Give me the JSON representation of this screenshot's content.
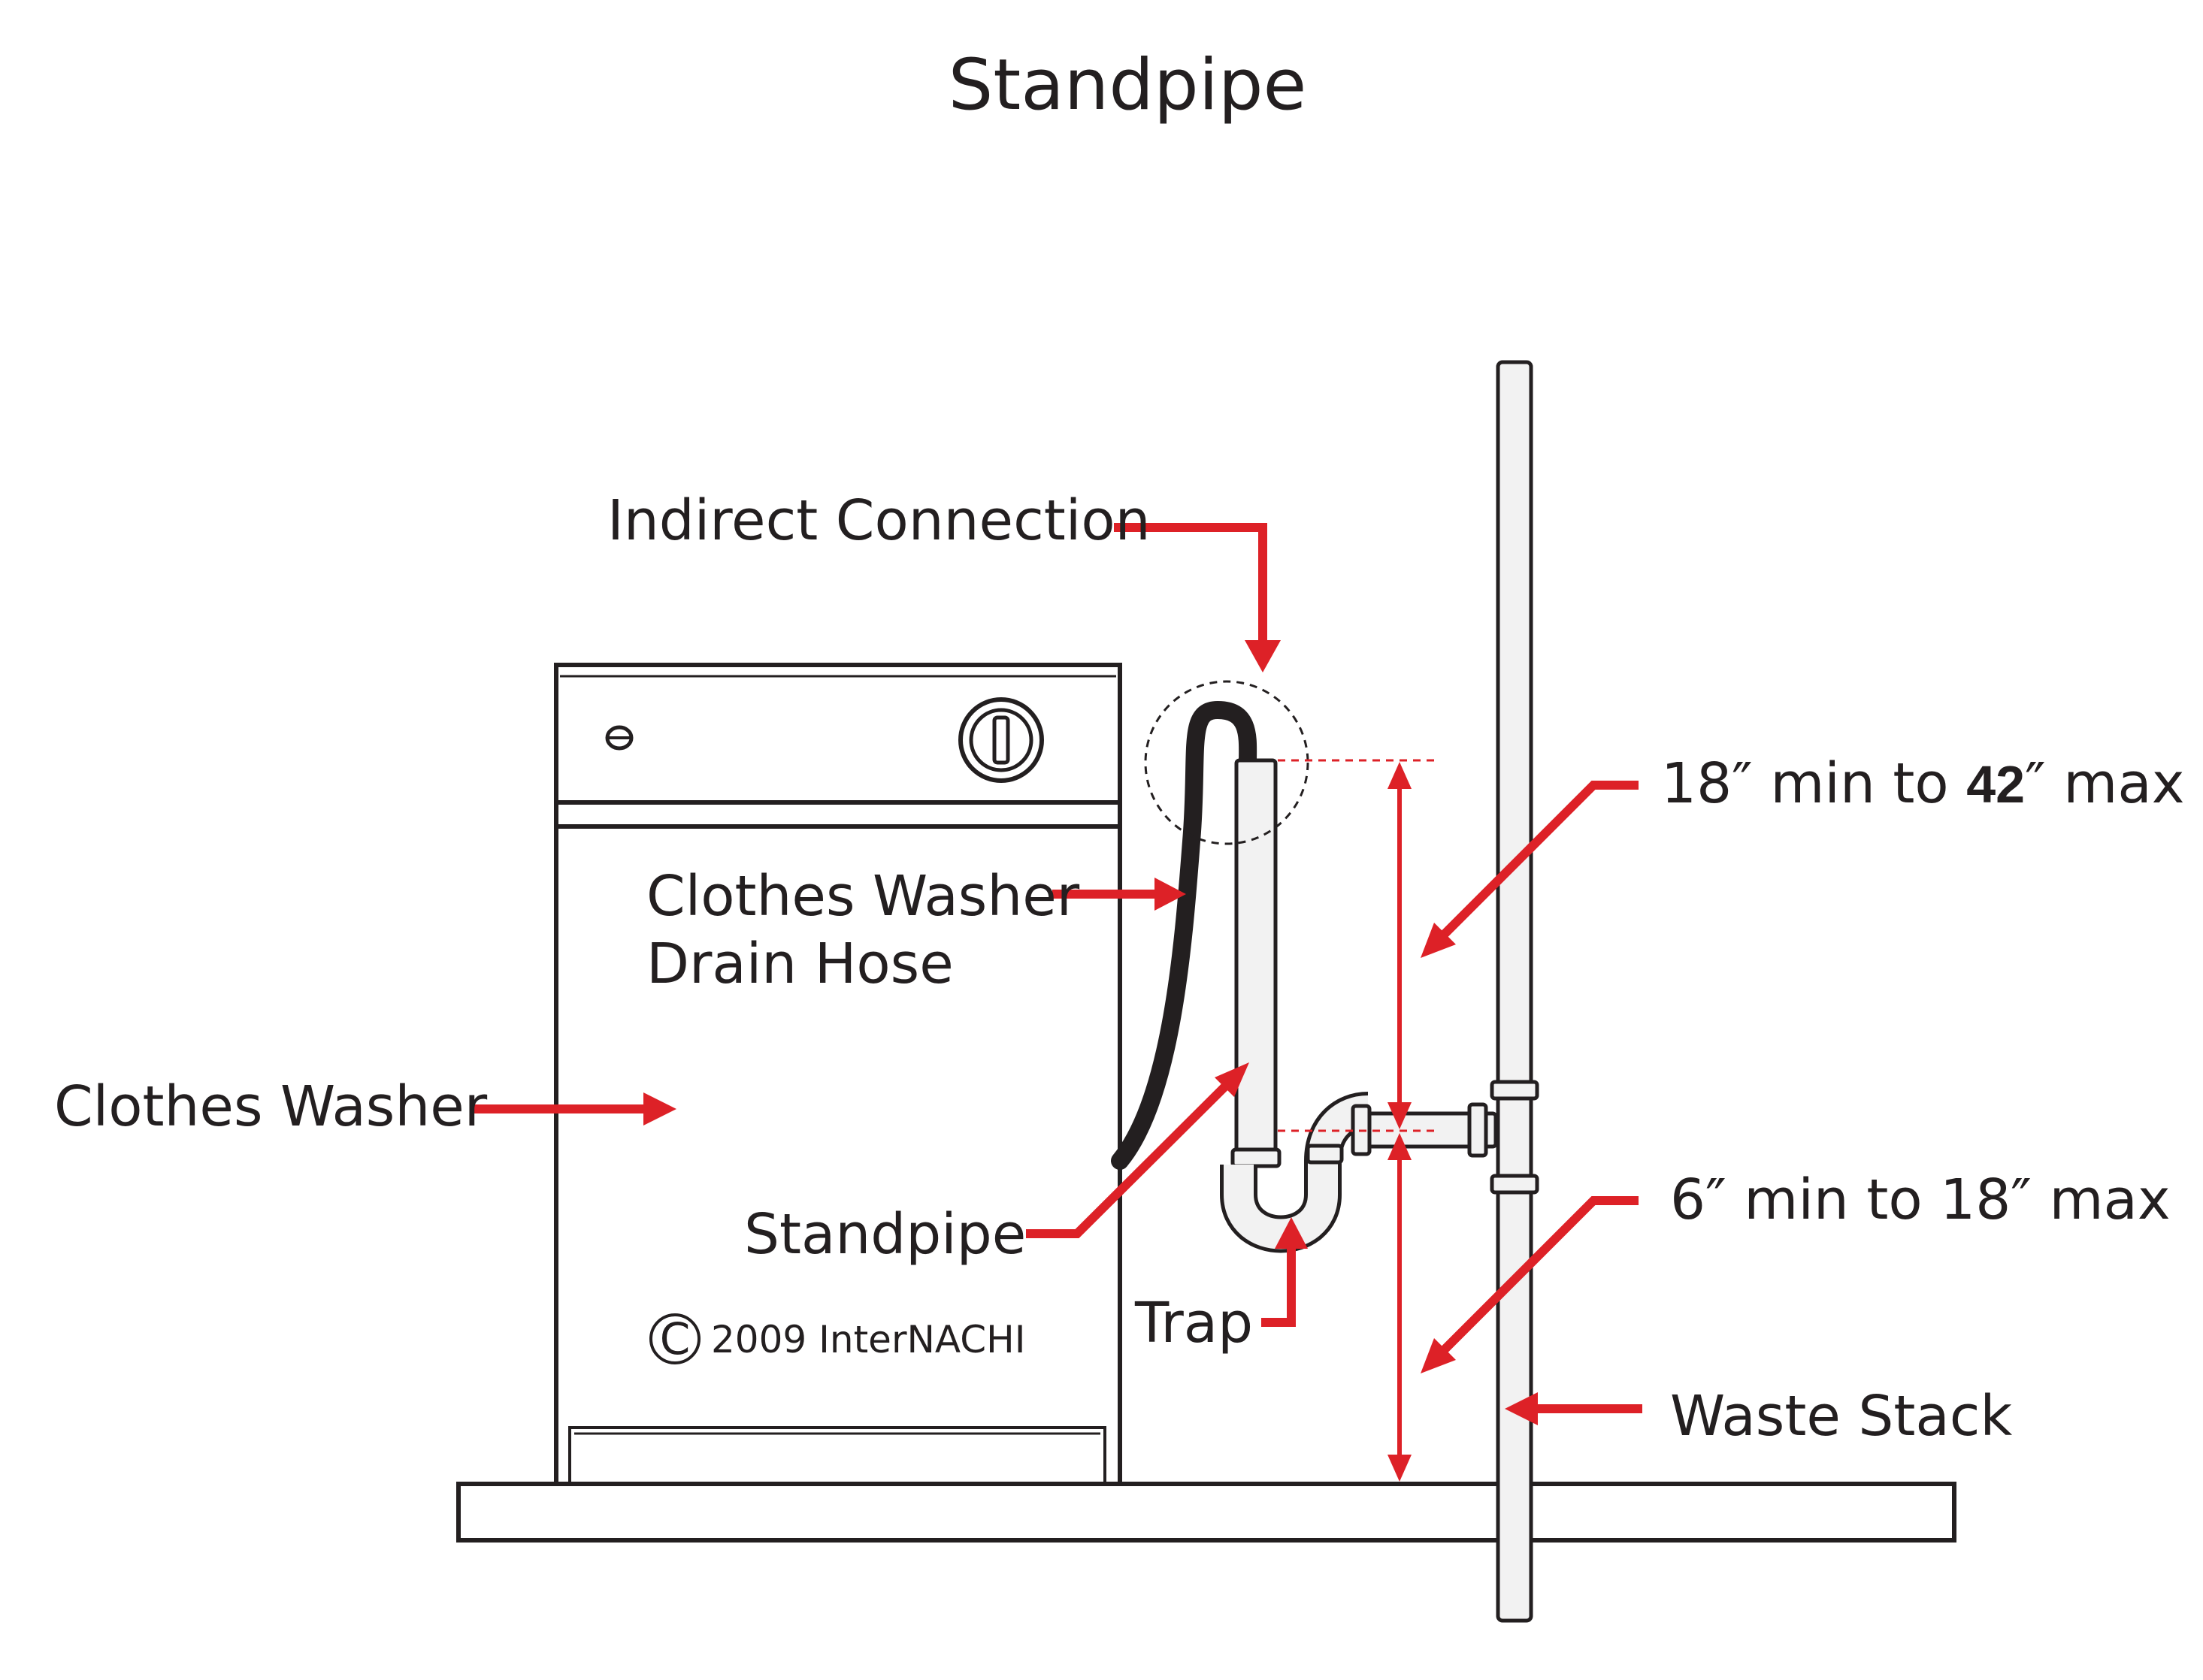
{
  "title": "Standpipe",
  "labels": {
    "indirect_connection": "Indirect Connection",
    "drain_hose_line1": "Clothes Washer",
    "drain_hose_line2": "Drain Hose",
    "clothes_washer": "Clothes Washer",
    "standpipe": "Standpipe",
    "trap": "Trap",
    "standpipe_height_pre": "18″ min to ",
    "standpipe_height_num": "42",
    "standpipe_height_post": "″ max",
    "trap_height": "6″ min to 18″ max",
    "waste_stack": "Waste Stack"
  },
  "copyright": {
    "symbol": "C",
    "text": "2009  InterNACHI"
  },
  "colors": {
    "callout_red": "#dd2127",
    "line": "#231f20",
    "hose": "#231f20",
    "pipe_fill": "#f2f2f2"
  }
}
